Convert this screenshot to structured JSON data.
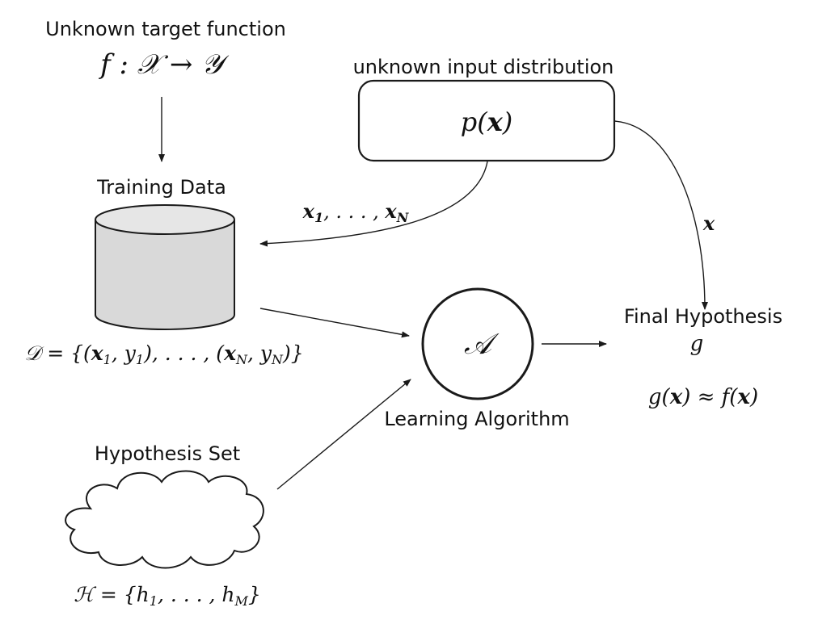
{
  "target": {
    "title": "Unknown target function",
    "formula": "f : 𝒳 → 𝒴"
  },
  "input_dist": {
    "title": "unknown input distribution",
    "formula": "p(x)"
  },
  "training": {
    "title": "Training Data",
    "formula": "𝒟 = {(x₁, y₁), . . . , (x_N, y_N)}"
  },
  "samples_label": "x₁, . . . , x_N",
  "x_label": "x",
  "algorithm": {
    "symbol": "𝒜",
    "title": "Learning Algorithm"
  },
  "final": {
    "title": "Final Hypothesis",
    "symbol": "g",
    "formula": "g(x) ≈ f(x)"
  },
  "hypothesis_set": {
    "title": "Hypothesis Set",
    "formula": "ℋ = {h₁, . . . , h_M}"
  },
  "colors": {
    "cylinder_fill": "#d9d9d9",
    "cylinder_top": "#e6e6e6",
    "stroke": "#1a1a1a"
  }
}
